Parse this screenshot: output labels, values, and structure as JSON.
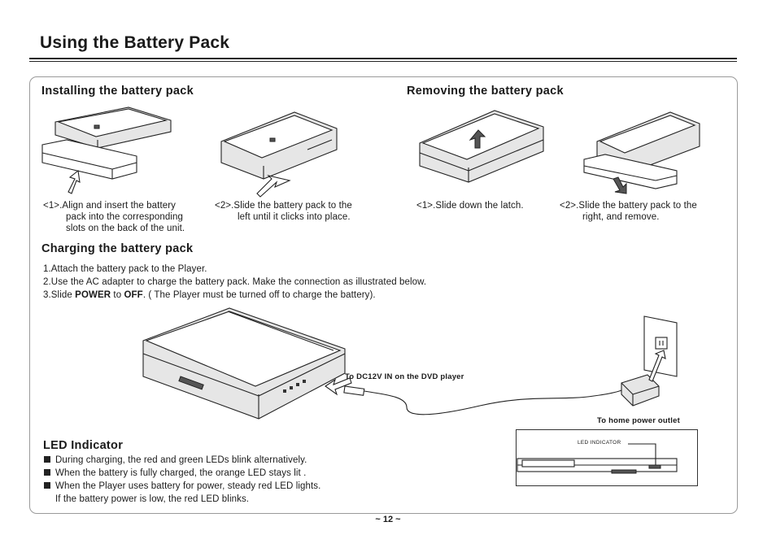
{
  "page": {
    "title": "Using the Battery Pack",
    "page_number": "~ 12 ~"
  },
  "installing": {
    "heading": "Installing the battery pack",
    "step1_line1": "<1>.Align and insert the battery",
    "step1_line2": "pack into the corresponding",
    "step1_line3": "slots on the back of the unit.",
    "step2_line1": "<2>.Slide the battery pack to the",
    "step2_line2": "left until it clicks into place."
  },
  "removing": {
    "heading": "Removing the battery pack",
    "step1_line1": "<1>.Slide down the latch.",
    "step2_line1": "<2>.Slide the battery pack to the",
    "step2_line2": "right, and remove."
  },
  "charging": {
    "heading": "Charging the battery pack",
    "line1": "1.Attach the battery pack to the Player.",
    "line2": "2.Use the AC adapter to charge the battery pack. Make the connection as illustrated below.",
    "line3_prefix": "3.Slide ",
    "line3_power": "POWER",
    "line3_to": " to ",
    "line3_off": "OFF",
    "line3_suffix": ". ( The Player must be turned off to charge the battery).",
    "label_dc": "To DC12V IN on the DVD player",
    "label_outlet": "To home power outlet"
  },
  "led": {
    "heading": "LED Indicator",
    "inset_label": "LED INDICATOR",
    "bullet1": "During charging, the red and green LEDs blink alternatively.",
    "bullet2": "When the battery is fully charged, the orange LED stays lit .",
    "bullet3_line1": "When the Player uses battery for power, steady red LED lights.",
    "bullet3_line2": "If the battery power is low, the red LED blinks."
  },
  "icons": [
    "player-battery-illustration",
    "up-arrow-icon",
    "left-arrow-icon",
    "down-arrow-icon",
    "wall-outlet-icon",
    "ac-adapter-icon"
  ]
}
